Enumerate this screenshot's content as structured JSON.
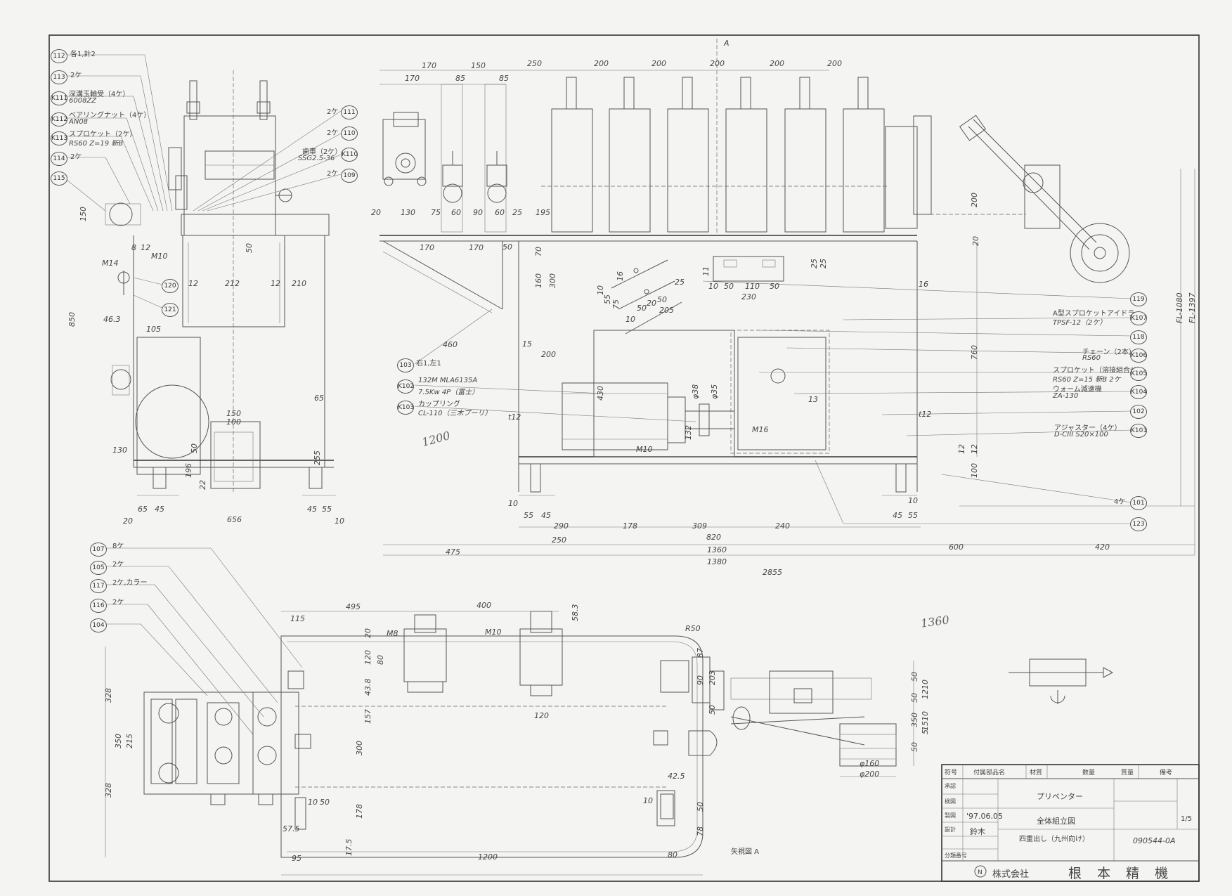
{
  "view_marks": {
    "section_top": "A",
    "view_a_label": "矢視図 A"
  },
  "left_callouts": [
    {
      "num": "112",
      "text": "各1,計2"
    },
    {
      "num": "113",
      "text": "2ケ"
    },
    {
      "num": "K111",
      "text": "深溝玉軸受（4ケ）",
      "sub": "6008ZZ"
    },
    {
      "num": "K112",
      "text": "ベアリングナット（4ケ）",
      "sub": "AN08"
    },
    {
      "num": "K113",
      "text": "スプロケット（2ケ）",
      "sub": "RS60 Z=19 新B"
    },
    {
      "num": "114",
      "text": "2ケ"
    },
    {
      "num": "115",
      "text": ""
    }
  ],
  "mid_callouts": [
    {
      "num": "111",
      "text": "2ケ"
    },
    {
      "num": "110",
      "text": "2ケ"
    },
    {
      "num": "K110",
      "text": "歯車（2ケ）",
      "sub": "SSG2.5-36"
    },
    {
      "num": "109",
      "text": "2ケ"
    },
    {
      "num": "120",
      "text": ""
    },
    {
      "num": "121",
      "text": ""
    }
  ],
  "right_callouts": [
    {
      "num": "119",
      "text": ""
    },
    {
      "num": "K107",
      "text": "A型スプロケットアイドラー",
      "sub": "TPSF-12（2ケ）"
    },
    {
      "num": "118",
      "text": ""
    },
    {
      "num": "K106",
      "text": "チェーン（2本）",
      "sub": "RS60"
    },
    {
      "num": "K105",
      "text": "スプロケット（溶接組合せ）",
      "sub": "RS60 Z=15 新B 2ケ"
    },
    {
      "num": "K104",
      "text": "ウォーム減速機",
      "sub": "ZA-130"
    },
    {
      "num": "102",
      "text": ""
    },
    {
      "num": "K101",
      "text": "アジャスター（4ケ）",
      "sub": "D-CIII S20×100"
    },
    {
      "num": "101",
      "text": "4ケ"
    },
    {
      "num": "123",
      "text": ""
    }
  ],
  "motor_callouts": [
    {
      "num": "103",
      "text": "右1,左1"
    },
    {
      "num": "K102",
      "text": "132M MLA6135A",
      "sub": "7.5Kw 4P（富士）"
    },
    {
      "num": "K103",
      "text": "カップリング",
      "sub": "CL-110（三木プーリ）"
    }
  ],
  "bottom_callouts": [
    {
      "num": "107",
      "text": "8ケ"
    },
    {
      "num": "105",
      "text": "2ケ"
    },
    {
      "num": "117",
      "text": "2ケ,カラー"
    },
    {
      "num": "116",
      "text": "2ケ"
    },
    {
      "num": "104",
      "text": ""
    }
  ],
  "dims_top": [
    "170",
    "150",
    "250",
    "200",
    "200",
    "200",
    "200",
    "200",
    "170",
    "85",
    "85"
  ],
  "dims_base": [
    "20",
    "130",
    "75",
    "60",
    "90",
    "60",
    "25",
    "195"
  ],
  "dims_frame": [
    "170",
    "170",
    "50",
    "70",
    "300",
    "160",
    "460",
    "15",
    "200"
  ],
  "dims_bottom_row": [
    "290",
    "178",
    "309",
    "240",
    "820",
    "250",
    "1360",
    "1380",
    "475",
    "2855",
    "600",
    "420",
    "55",
    "45",
    "45",
    "55",
    "10",
    "10"
  ],
  "dims_right_vert": [
    "200",
    "20",
    "760",
    "12",
    "100",
    "12",
    "16",
    "FL-1080",
    "FL-1397"
  ],
  "dims_panel": [
    "25",
    "25",
    "11",
    "10",
    "50",
    "110",
    "50",
    "230",
    "10",
    "16",
    "55",
    "75",
    "10",
    "50",
    "20",
    "50",
    "205",
    "25"
  ],
  "dims_motor": [
    "430",
    "φ38",
    "φ35",
    "132",
    "M16",
    "M10",
    "t12",
    "t12",
    "13"
  ],
  "dims_side": [
    "150",
    "850",
    "46.3",
    "105",
    "M14",
    "8",
    "12",
    "M10",
    "12",
    "212",
    "12",
    "210",
    "50",
    "130",
    "65",
    "150",
    "100",
    "50",
    "196",
    "22",
    "65",
    "45",
    "656",
    "45",
    "55",
    "20",
    "10",
    "255"
  ],
  "dims_plan": [
    "495",
    "400",
    "115",
    "58.3",
    "R50",
    "M8",
    "M10",
    "20",
    "120",
    "80",
    "43.8",
    "157",
    "300",
    "178",
    "120",
    "87",
    "90",
    "203",
    "50",
    "50",
    "50",
    "1210",
    "350",
    "1510",
    "5",
    "50",
    "328",
    "350",
    "215",
    "328",
    "10",
    "50",
    "57.5",
    "17.5",
    "95",
    "1200",
    "80",
    "42.5",
    "50",
    "10",
    "78",
    "φ160",
    "φ200"
  ],
  "handwritten": [
    "1200",
    "1360"
  ],
  "title_block": {
    "header": [
      "符号",
      "付属部品名",
      "材質",
      "数量",
      "質量",
      "備考"
    ],
    "product": "プリベンター",
    "drawing_name": "全体組立図",
    "subtitle": "四重出し（九州向け）",
    "date": "'97.06.05",
    "drawn_by": "鈴木",
    "scale": "1/5",
    "drawing_no": "090544-0A",
    "company_prefix": "株式会社",
    "company": "根 本 精 機",
    "row_labels": [
      "承認",
      "検図",
      "製図",
      "設計",
      "",
      "分類番号"
    ]
  }
}
